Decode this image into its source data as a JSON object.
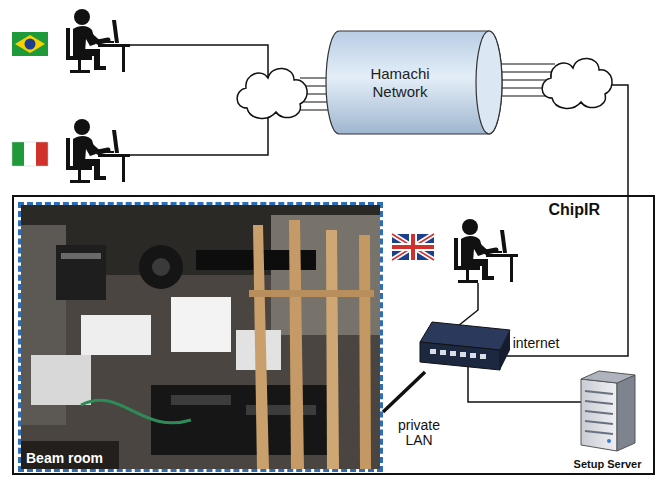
{
  "diagram": {
    "nodes": [
      {
        "text": [
          "Hamachi Network"
        ]
      },
      {
        "text": [
          "ChipIR"
        ]
      },
      {
        "text": [
          "Beam room"
        ],
        "in": 1
      },
      {
        "text": [
          "Setup Server"
        ],
        "in": 1
      }
    ],
    "labels": [
      "private LAN",
      "internet"
    ]
  }
}
